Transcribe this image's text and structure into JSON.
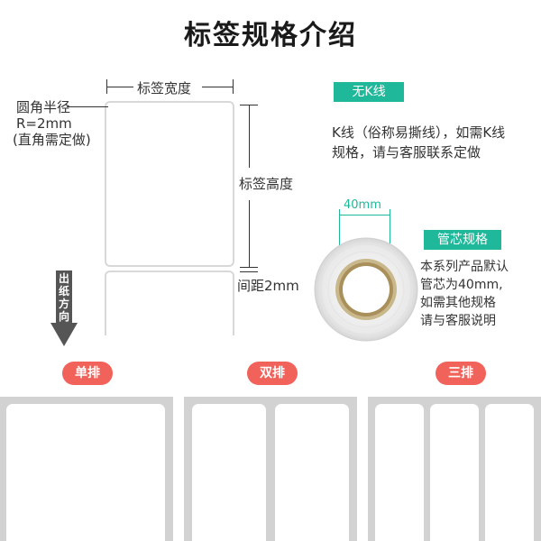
{
  "title": "标签规格介绍",
  "label_width": "标签宽度",
  "label_height": "标签高度",
  "corner": [
    "圆角半径",
    "R=2mm",
    "(直角需定做)"
  ],
  "gap": "间距2mm",
  "direction": [
    "出",
    "纸",
    "方",
    "向"
  ],
  "no_k_line": {
    "tag": "无K线",
    "text": [
      "K线（俗称易撕线），如需K线",
      "规格，请与客服联系定做"
    ]
  },
  "core": {
    "dim": "40mm",
    "tag": "管芯规格",
    "text": [
      "本系列产品默认",
      "管芯为40mm,",
      "如需其他规格",
      "请与客服说明"
    ]
  },
  "layouts": [
    "单排",
    "双排",
    "三排"
  ],
  "colors": {
    "accent_green": "#1fb89a",
    "accent_red": "#f0625a",
    "panel_gray": "#d2d2d2"
  }
}
